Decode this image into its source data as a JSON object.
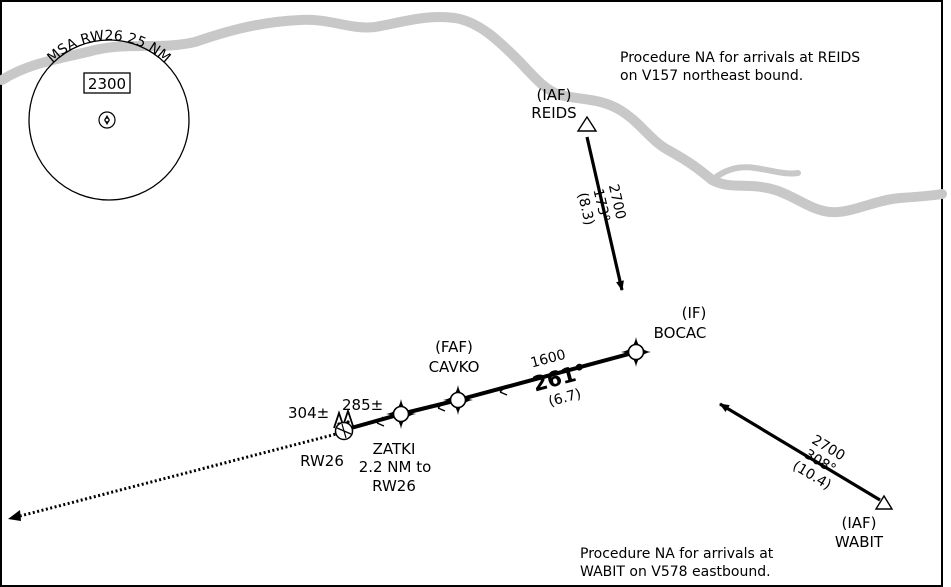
{
  "chart": {
    "msa": {
      "label": "MSA RW26 25 NM",
      "altitude": "2300"
    },
    "notes": {
      "reids_note_line1": "Procedure NA for arrivals at REIDS",
      "reids_note_line2": "on V157 northeast bound.",
      "wabit_note_line1": "Procedure NA for arrivals at",
      "wabit_note_line2": "WABIT on V578 eastbound."
    },
    "fixes": {
      "reids": {
        "role": "(IAF)",
        "name": "REIDS"
      },
      "wabit": {
        "role": "(IAF)",
        "name": "WABIT"
      },
      "bocac": {
        "role": "(IF)",
        "name": "BOCAC"
      },
      "cavko": {
        "role": "(FAF)",
        "name": "CAVKO"
      },
      "zatki": {
        "name": "ZATKI",
        "dist_line1": "2.2 NM to",
        "dist_line2": "RW26"
      },
      "runway": {
        "name": "RW26"
      }
    },
    "obstacles": {
      "obs1": "304±",
      "obs2": "285±"
    },
    "legs": {
      "reids_leg": {
        "altitude": "2700",
        "course": "173°",
        "distance": "(8.3)"
      },
      "wabit_leg": {
        "altitude": "2700",
        "course": "308°",
        "distance": "(10.4)"
      },
      "final_leg": {
        "altitude": "1600",
        "course": "261°",
        "distance": "(6.7)"
      }
    },
    "colors": {
      "ink": "#000000",
      "shoreline": "#c8c8c8",
      "background": "#ffffff"
    }
  }
}
